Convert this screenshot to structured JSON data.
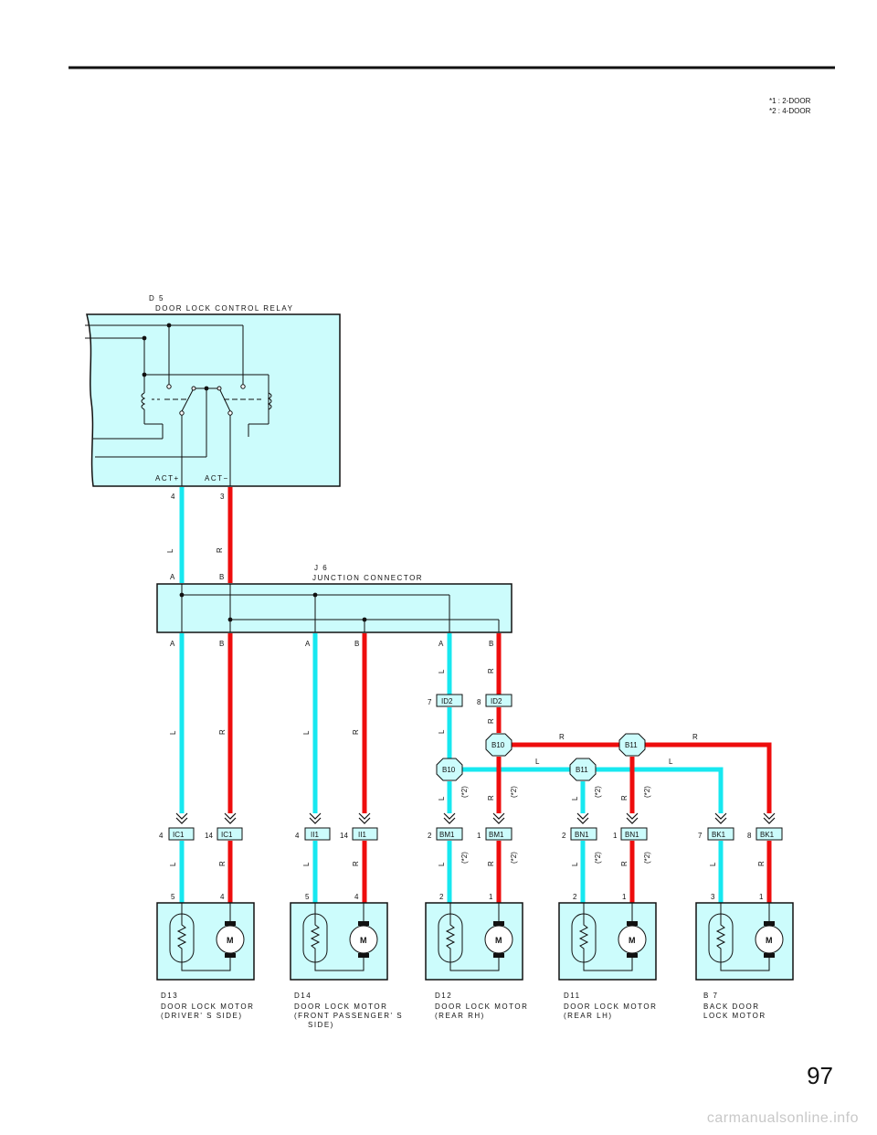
{
  "notes": {
    "note1": "*1 : 2-DOOR",
    "note2": "*2 : 4-DOOR"
  },
  "relay": {
    "code": "D 5",
    "name": "DOOR LOCK CONTROL RELAY",
    "pin_act_plus": "ACT+",
    "pin_act_minus": "ACT−",
    "pin4": "4",
    "pin3": "3"
  },
  "junction": {
    "code": "J 6",
    "name": "JUNCTION CONNECTOR",
    "in_a": "A",
    "in_b": "B"
  },
  "wire_colors": {
    "blue": "L",
    "red": "R"
  },
  "colors": {
    "blue_wire": "#17e8f0",
    "red_wire": "#ee0d0d",
    "component_fill": "#ccfcfc"
  },
  "junction_outputs": [
    {
      "a": "A",
      "b": "B"
    },
    {
      "a": "A",
      "b": "B"
    },
    {
      "a": "A",
      "b": "B"
    }
  ],
  "id2": {
    "label": "ID2",
    "pin_l": "7",
    "pin_r": "8"
  },
  "splices": {
    "b10": "B10",
    "b11": "B11"
  },
  "note_tag": "(*2)",
  "connectors": [
    {
      "label_l": "IC1",
      "pin_l": "4",
      "label_r": "IC1",
      "pin_r": "14"
    },
    {
      "label_l": "II1",
      "pin_l": "4",
      "label_r": "II1",
      "pin_r": "14"
    },
    {
      "label_l": "BM1",
      "pin_l": "2",
      "label_r": "BM1",
      "pin_r": "1"
    },
    {
      "label_l": "BN1",
      "pin_l": "2",
      "label_r": "BN1",
      "pin_r": "1"
    },
    {
      "label_l": "BK1",
      "pin_l": "7",
      "label_r": "BK1",
      "pin_r": "8"
    }
  ],
  "motors": [
    {
      "pin_l": "5",
      "pin_r": "4",
      "code": "D13",
      "line1": "DOOR LOCK MOTOR",
      "line2": "(DRIVER' S SIDE)",
      "line3": ""
    },
    {
      "pin_l": "5",
      "pin_r": "4",
      "code": "D14",
      "line1": "DOOR LOCK MOTOR",
      "line2": "(FRONT PASSENGER' S",
      "line3": "SIDE)"
    },
    {
      "pin_l": "2",
      "pin_r": "1",
      "code": "D12",
      "line1": "DOOR LOCK MOTOR",
      "line2": "(REAR RH)",
      "line3": ""
    },
    {
      "pin_l": "2",
      "pin_r": "1",
      "code": "D11",
      "line1": "DOOR LOCK MOTOR",
      "line2": "(REAR LH)",
      "line3": ""
    },
    {
      "pin_l": "3",
      "pin_r": "1",
      "code": "B 7",
      "line1": "BACK DOOR",
      "line2": "LOCK MOTOR",
      "line3": ""
    }
  ],
  "motor_symbol": "M",
  "page_number": "97",
  "watermark": "carmanualsonline.info"
}
